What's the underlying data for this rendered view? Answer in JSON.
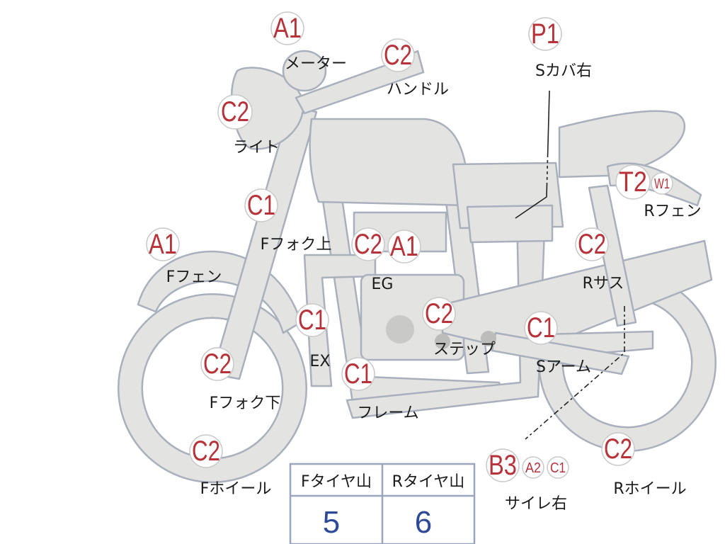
{
  "parts": {
    "meter": {
      "label": "メーター",
      "grades": [
        "A1"
      ]
    },
    "handle": {
      "label": "ハンドル",
      "grades": [
        "C2"
      ]
    },
    "light": {
      "label": "ライト",
      "grades": [
        "C2"
      ]
    },
    "seat_cover_right": {
      "label": "Sカバ右",
      "grades": [
        "P1"
      ]
    },
    "rear_fender": {
      "label": "Rフェン",
      "grades": [
        "T2",
        "W1"
      ]
    },
    "front_fork_upper": {
      "label": "Fフォク上",
      "grades": [
        "C1"
      ]
    },
    "front_fender": {
      "label": "Fフェン",
      "grades": [
        "A1"
      ]
    },
    "engine": {
      "label": "EG",
      "grades": [
        "C2",
        "A1"
      ]
    },
    "rear_suspension": {
      "label": "Rサス",
      "grades": [
        "C2"
      ]
    },
    "exhaust": {
      "label": "EX",
      "grades": [
        "C1"
      ]
    },
    "step": {
      "label": "ステップ",
      "grades": [
        "C2"
      ]
    },
    "swing_arm": {
      "label": "Sアーム",
      "grades": [
        "C1"
      ]
    },
    "front_fork_lower": {
      "label": "Fフォク下",
      "grades": [
        "C2"
      ]
    },
    "frame": {
      "label": "フレーム",
      "grades": [
        "C1"
      ]
    },
    "muffler_right": {
      "label": "サイレ右",
      "grades": [
        "B3",
        "A2",
        "C1"
      ]
    },
    "front_wheel": {
      "label": "Fホイール",
      "grades": [
        "C2"
      ]
    },
    "rear_wheel": {
      "label": "Rホイール",
      "grades": [
        "C2"
      ]
    }
  },
  "tire_table": {
    "front_header": "Fタイヤ山",
    "rear_header": "Rタイヤ山",
    "front_value": "5",
    "rear_value": "6"
  },
  "colors": {
    "body_fill": "#e3e4e1",
    "body_stroke": "#a9b0bd",
    "badge_text": "#b8323a",
    "table_value": "#2c4a96"
  }
}
